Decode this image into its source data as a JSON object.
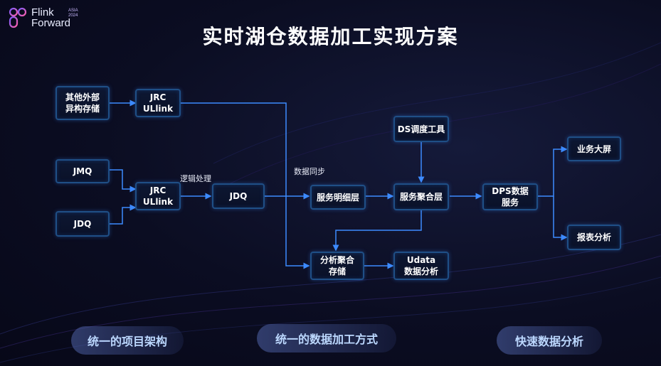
{
  "logo": {
    "line1": "Flink",
    "line2": "Forward",
    "tag": "ASIA",
    "year": "2024"
  },
  "title": "实时湖仓数据加工实现方案",
  "nodes": {
    "other_storage": "其他外部\n异构存储",
    "jrc_ulink_top": "JRC\nULlink",
    "jmq": "JMQ",
    "jdq_src": "JDQ",
    "jrc_ulink_mid": "JRC\nULlink",
    "jdq_mid": "JDQ",
    "ds_tool": "DS调度工具",
    "service_detail": "服务明细层",
    "service_agg": "服务聚合层",
    "dps": "DPS数据\n服务",
    "big_screen": "业务大屏",
    "report": "报表分析",
    "analysis_storage": "分析聚合\n存储",
    "udata": "Udata\n数据分析"
  },
  "labels": {
    "logic": "逻辑处理",
    "sync": "数据同步"
  },
  "pills": [
    "统一的项目架构",
    "统一的数据加工方式",
    "快速数据分析"
  ],
  "colors": {
    "line": "#3d8bff",
    "node_border": "#1f4f86",
    "pill_text": "#bcd8ff"
  }
}
